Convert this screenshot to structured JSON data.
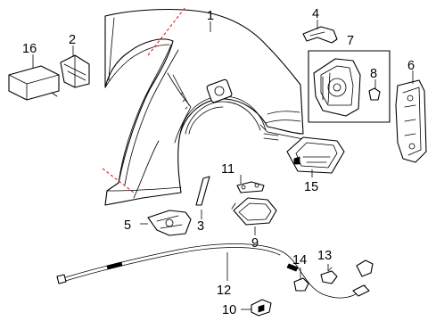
{
  "colors": {
    "line": "#000000",
    "background": "#ffffff",
    "cut_line": "#e8161b"
  },
  "callouts": {
    "c1": "1",
    "c2": "2",
    "c3": "3",
    "c4": "4",
    "c5": "5",
    "c6": "6",
    "c7": "7",
    "c8": "8",
    "c9": "9",
    "c10": "10",
    "c11": "11",
    "c12": "12",
    "c13": "13",
    "c14": "14",
    "c15": "15",
    "c16": "16"
  }
}
